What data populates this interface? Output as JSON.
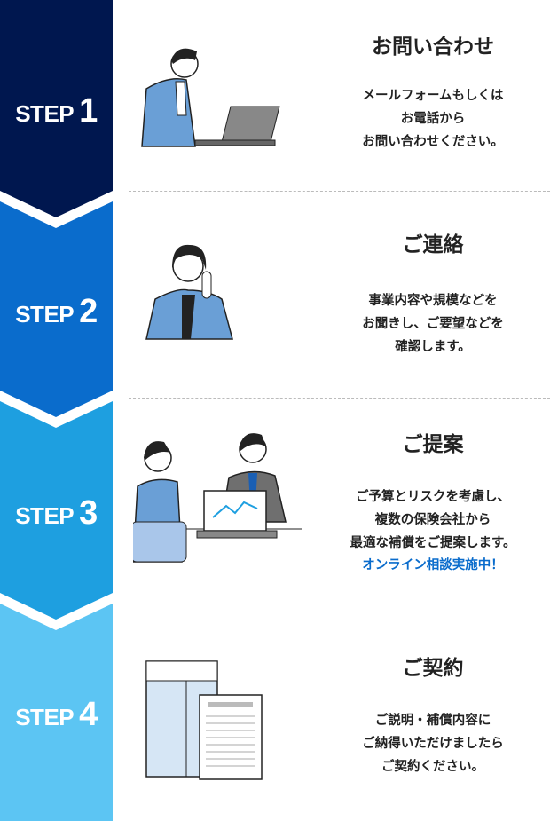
{
  "colors": {
    "step1": "#00174f",
    "step2": "#0a6ccc",
    "step3": "#1e9fe0",
    "step4": "#5cc5f3",
    "highlight": "#0a6ccc"
  },
  "steps": [
    {
      "label": "STEP",
      "num": "1",
      "title": "お問い合わせ",
      "lines": [
        "メールフォームもしくは",
        "お電話から",
        "お問い合わせください。"
      ],
      "icon": "man-laptop-illustration"
    },
    {
      "label": "STEP",
      "num": "2",
      "title": "ご連絡",
      "lines": [
        "事業内容や規模などを",
        "お聞きし、ご要望などを",
        "確認します。"
      ],
      "icon": "woman-headset-illustration"
    },
    {
      "label": "STEP",
      "num": "3",
      "title": "ご提案",
      "lines": [
        "ご予算とリスクを考慮し、",
        "複数の保険会社から",
        "最適な補償をご提案します。"
      ],
      "highlight": "オンライン相談実施中！",
      "icon": "meeting-illustration"
    },
    {
      "label": "STEP",
      "num": "4",
      "title": "ご契約",
      "lines": [
        "ご説明・補償内容に",
        "ご納得いただけましたら",
        "ご契約ください。"
      ],
      "icon": "contract-documents-illustration"
    }
  ]
}
